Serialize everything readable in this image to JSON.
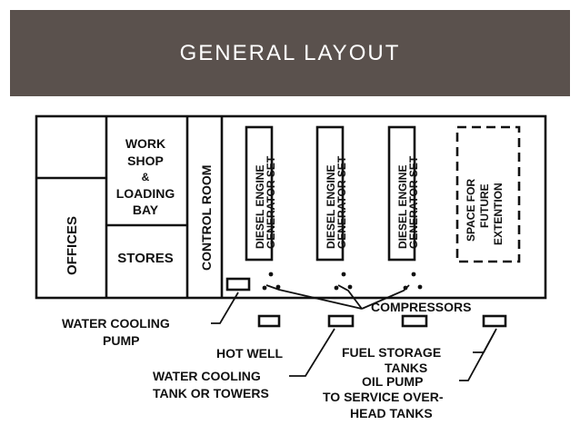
{
  "slide": {
    "title": "GENERAL LAYOUT"
  },
  "diagram": {
    "rooms": {
      "offices": "OFFICES",
      "workshop": [
        "WORK",
        "SHOP",
        "&",
        "LOADING",
        "BAY"
      ],
      "stores": "STORES",
      "control_room": "CONTROL ROOM"
    },
    "generators": [
      [
        "DIESEL ENGINE",
        "GENERATOR SET"
      ],
      [
        "DIESEL ENGINE",
        "GENERATOR SET"
      ],
      [
        "DIESEL ENGINE",
        "GENERATOR SET"
      ]
    ],
    "future": [
      "SPACE FOR",
      "FUTURE",
      "EXTENTION"
    ],
    "labels": {
      "compressors": "COMPRESSORS",
      "water_cooling_pump": [
        "WATER COOLING",
        "PUMP"
      ],
      "hot_well": "HOT WELL",
      "water_cooling_tank": [
        "WATER COOLING",
        "TANK OR TOWERS"
      ],
      "fuel_storage": [
        "FUEL STORAGE",
        "TANKS"
      ],
      "oil_pump": [
        "OIL PUMP",
        "TO SERVICE OVER-",
        "HEAD TANKS"
      ]
    },
    "colors": {
      "ink": "#111111",
      "header": "#5a514d"
    }
  }
}
